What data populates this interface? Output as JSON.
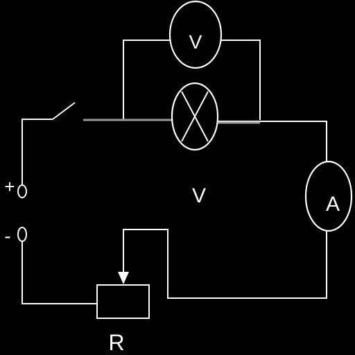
{
  "diagram": {
    "voltmeter_label": "V",
    "lamp_caption": "V",
    "ammeter_label": "A",
    "resistor_label": "R",
    "terminal_positive": "+",
    "terminal_negative": "-"
  },
  "colors": {
    "background": "#000000",
    "wire": "#ffffff",
    "wire_highlight": "#9a9a9a"
  }
}
